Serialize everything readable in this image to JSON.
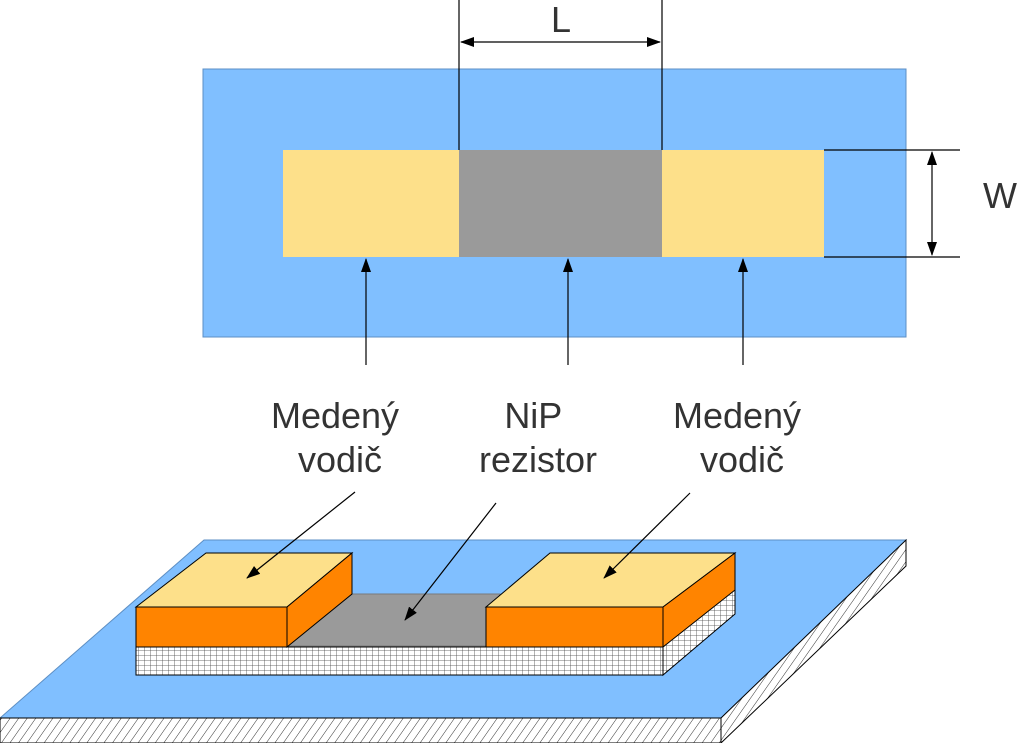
{
  "dimensions": {
    "length": "L",
    "width": "W"
  },
  "labels": {
    "left_conductor": [
      "Medený",
      "vodič"
    ],
    "resistor": [
      "NiP",
      "rezistor"
    ],
    "right_conductor": [
      "Medený",
      "vodič"
    ]
  },
  "colors": {
    "substrate": "#80bfff",
    "copper_top": "#fde08a",
    "copper_side": "#ff8400",
    "resistor": "#9a9a9a",
    "line": "#000000"
  }
}
